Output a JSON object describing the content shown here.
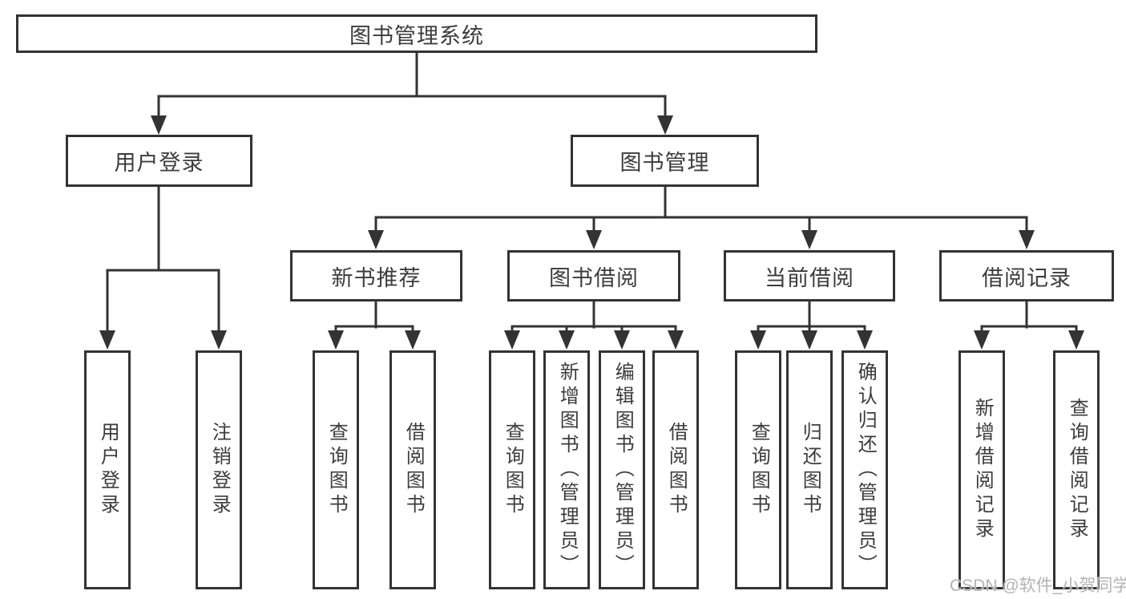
{
  "diagram": {
    "root": {
      "label": "图书管理系统"
    },
    "level2": [
      {
        "label": "用户登录"
      },
      {
        "label": "图书管理"
      }
    ],
    "level3": [
      {
        "label": "新书推荐",
        "parent": "图书管理"
      },
      {
        "label": "图书借阅",
        "parent": "图书管理"
      },
      {
        "label": "当前借阅",
        "parent": "图书管理"
      },
      {
        "label": "借阅记录",
        "parent": "图书管理"
      }
    ],
    "leaves": [
      {
        "label": "用户登录",
        "parent": "用户登录"
      },
      {
        "label": "注销登录",
        "parent": "用户登录"
      },
      {
        "label": "查询图书",
        "parent": "新书推荐"
      },
      {
        "label": "借阅图书",
        "parent": "新书推荐"
      },
      {
        "label": "查询图书",
        "parent": "图书借阅"
      },
      {
        "label": "新增图书（管理员）",
        "parent": "图书借阅"
      },
      {
        "label": "编辑图书（管理员）",
        "parent": "图书借阅"
      },
      {
        "label": "借阅图书",
        "parent": "图书借阅"
      },
      {
        "label": "查询图书",
        "parent": "当前借阅"
      },
      {
        "label": "归还图书",
        "parent": "当前借阅"
      },
      {
        "label": "确认归还（管理员）",
        "parent": "当前借阅"
      },
      {
        "label": "新增借阅记录",
        "parent": "借阅记录"
      },
      {
        "label": "查询借阅记录",
        "parent": "借阅记录"
      }
    ]
  },
  "watermark": "CSDN @软件_小贺同学",
  "colors": {
    "line": "#333333",
    "text": "#3c3c3c",
    "watermark": "#b3b3b3",
    "background": "#ffffff"
  }
}
